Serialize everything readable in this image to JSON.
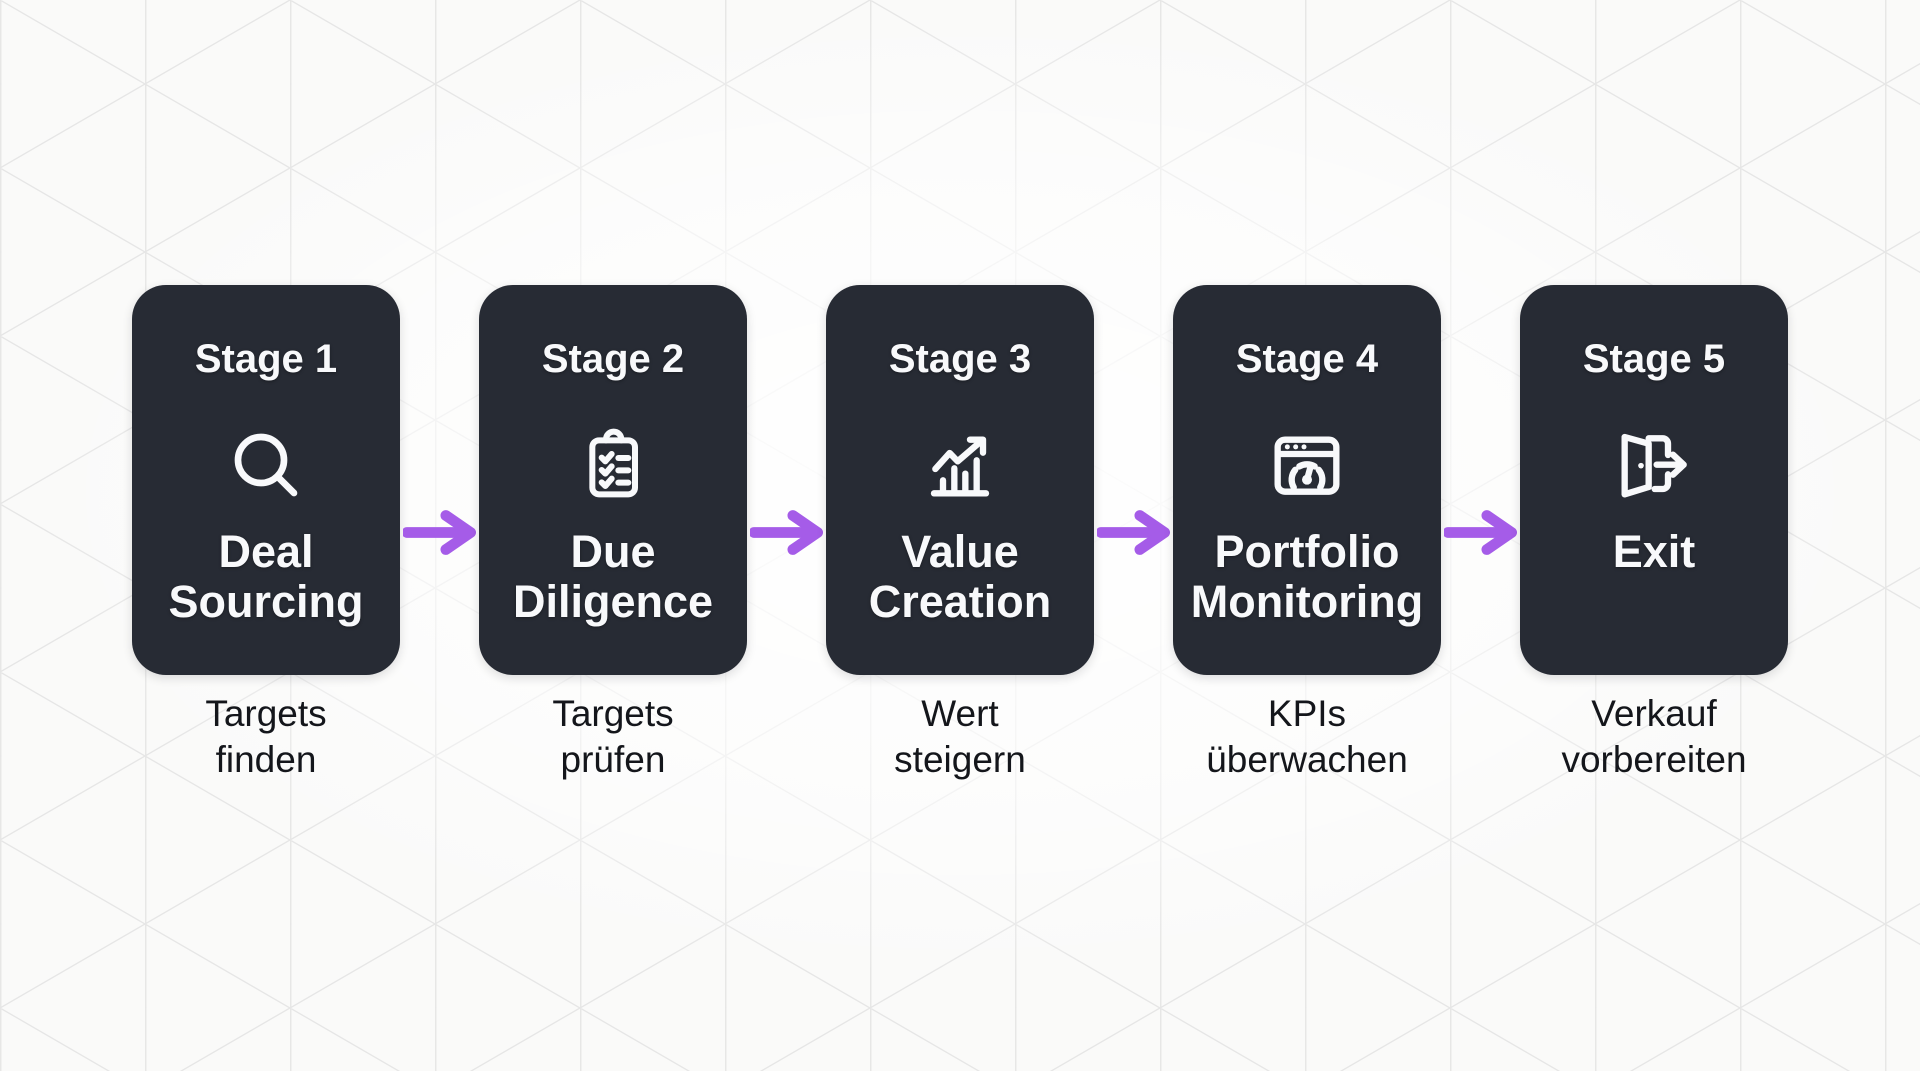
{
  "stages": [
    {
      "stage_number": "Stage 1",
      "name_line1": "Deal",
      "name_line2": "Sourcing",
      "icon": "search-icon",
      "caption_line1": "Targets",
      "caption_line2": "finden"
    },
    {
      "stage_number": "Stage 2",
      "name_line1": "Due",
      "name_line2": "Diligence",
      "icon": "clipboard-checklist-icon",
      "caption_line1": "Targets",
      "caption_line2": "prüfen"
    },
    {
      "stage_number": "Stage 3",
      "name_line1": "Value",
      "name_line2": "Creation",
      "icon": "bar-chart-growth-icon",
      "caption_line1": "Wert",
      "caption_line2": "steigern"
    },
    {
      "stage_number": "Stage 4",
      "name_line1": "Portfolio",
      "name_line2": "Monitoring",
      "icon": "dashboard-gauge-icon",
      "caption_line1": "KPIs",
      "caption_line2": "überwachen"
    },
    {
      "stage_number": "Stage 5",
      "name_line1": "Exit",
      "name_line2": "",
      "icon": "exit-door-icon",
      "caption_line1": "Verkauf",
      "caption_line2": "vorbereiten"
    }
  ],
  "colors": {
    "background": "#fafaf9",
    "pattern_line": "#e6e6e6",
    "card_bg": "#272b34",
    "card_text": "#f8f9fb",
    "caption_text": "#14161b",
    "arrow": "#a55ce8"
  }
}
